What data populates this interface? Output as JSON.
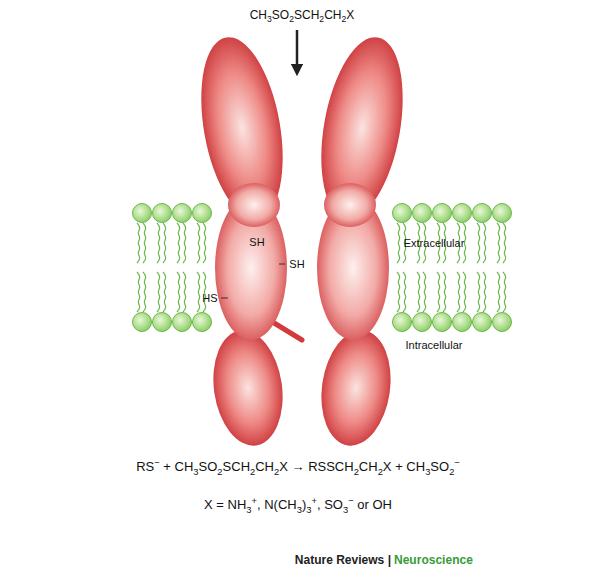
{
  "diagram": {
    "labels": [
      "CH3SO2SCH2CH2X",
      "SH",
      "SH",
      "HS",
      "Extracellular",
      "Intracellular",
      "RS− + CH3SO2SCH2CH2X → RSSCH2CH2X + CH3SO2−",
      "X = NH3+, N(CH3)3+, SO3− or OH",
      "Nature Reviews |",
      "Neuroscience"
    ]
  }
}
